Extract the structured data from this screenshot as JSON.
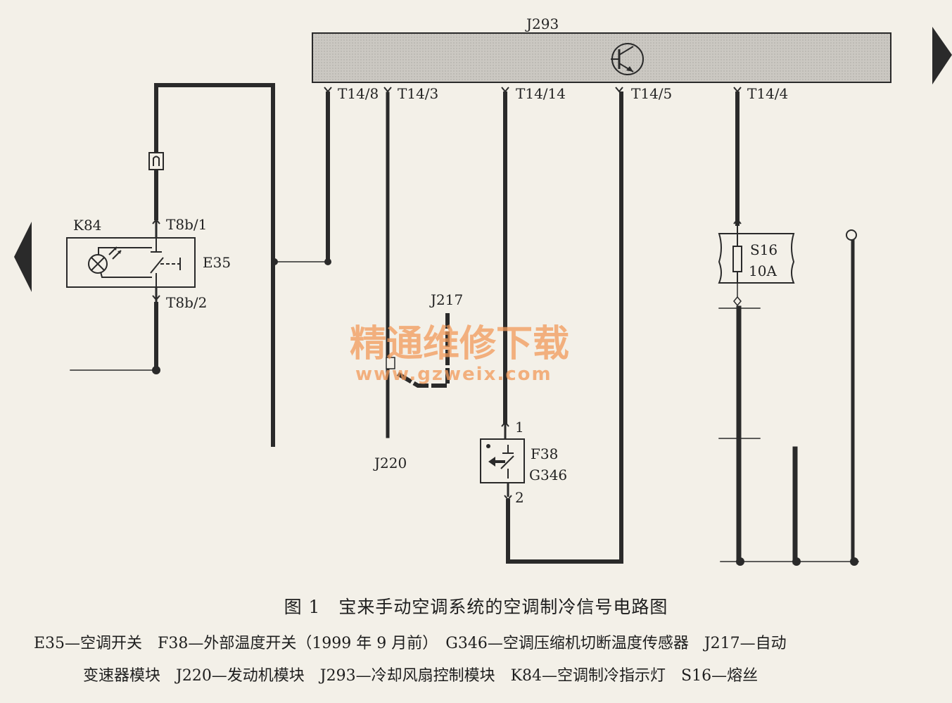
{
  "module": {
    "name": "J293",
    "transistor_icon": "transistor-icon"
  },
  "pins": [
    "T14/8",
    "T14/3",
    "T14/14",
    "T14/5",
    "T14/4"
  ],
  "components": {
    "k84": "K84",
    "e35": "E35",
    "t8b1": "T8b/1",
    "t8b2": "T8b/2",
    "j217": "J217",
    "j220": "J220",
    "f38": "F38",
    "g346": "G346",
    "pin1": "1",
    "pin2": "2",
    "s16": "S16",
    "fuse_rating": "10A"
  },
  "watermark": {
    "title": "精通维修下载",
    "url": "www.gzweix.com"
  },
  "caption": {
    "title": "图 1　宝来手动空调系统的空调制冷信号电路图",
    "legend_line1": "E35—空调开关　F38—外部温度开关（1999 年 9 月前）　G346—空调压缩机切断温度传感器　J217—自动",
    "legend_line2": "变速器模块　J220—发动机模块　J293—冷却风扇控制模块　K84—空调制冷指示灯　S16—熔丝"
  },
  "colors": {
    "wire": "#2a2a2a",
    "module_fill": "#c9c6c0",
    "watermark": "#f29a5a"
  }
}
